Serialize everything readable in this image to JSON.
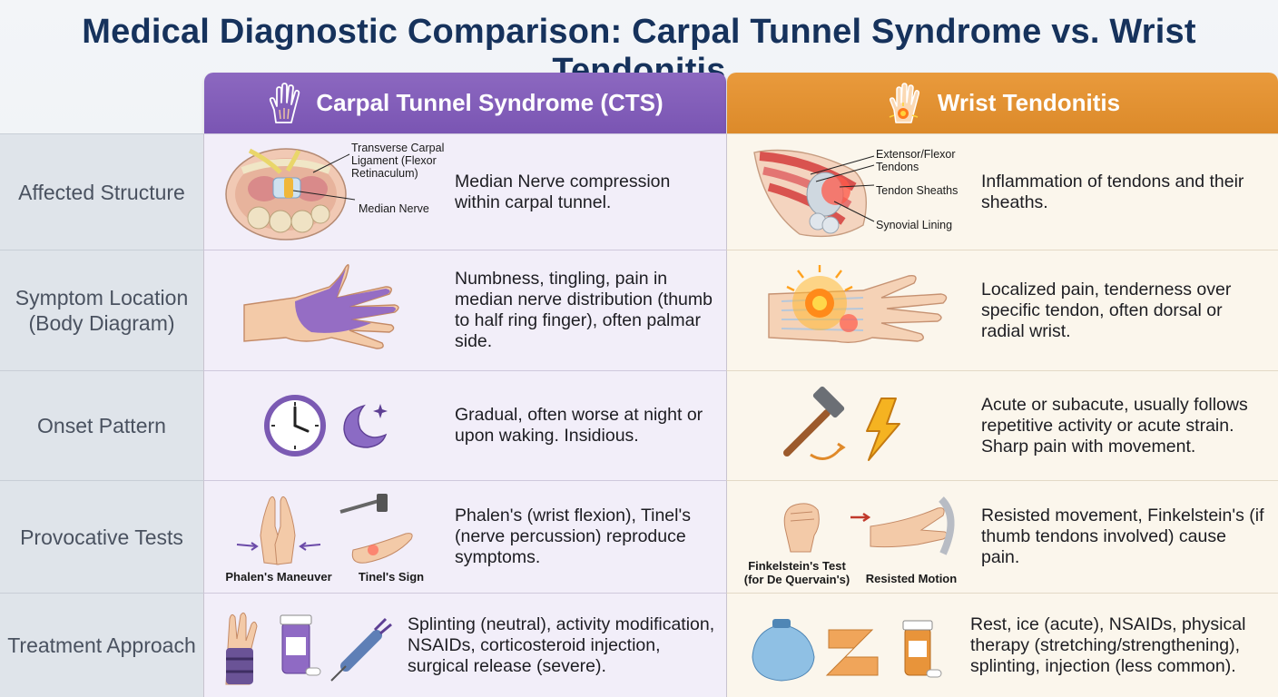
{
  "title": "Medical Diagnostic Comparison: Carpal Tunnel Syndrome vs. Wrist Tendonitis",
  "columns": {
    "cts": {
      "label": "Carpal Tunnel Syndrome (CTS)",
      "icon": "hand-outline-icon",
      "color": "#7a55b3"
    },
    "wt": {
      "label": "Wrist Tendonitis",
      "icon": "hand-pain-icon",
      "color": "#dc8a2a"
    }
  },
  "rows": {
    "structure": {
      "label": "Affected Structure",
      "cts": {
        "text": "Median Nerve compression within carpal tunnel.",
        "annotations": [
          "Transverse Carpal Ligament (Flexor Retinaculum)",
          "Median Nerve"
        ]
      },
      "wt": {
        "text": "Inflammation of tendons and their sheaths.",
        "annotations": [
          "Extensor/Flexor Tendons",
          "Tendon Sheaths",
          "Synovial Lining"
        ]
      }
    },
    "symptom": {
      "label": "Symptom Location (Body Diagram)",
      "cts": {
        "text": "Numbness, tingling, pain in median nerve distribution (thumb to half ring finger), often palmar side."
      },
      "wt": {
        "text": "Localized pain, tenderness over specific tendon, often dorsal or radial wrist."
      }
    },
    "onset": {
      "label": "Onset Pattern",
      "cts": {
        "text": "Gradual, often worse at night or upon waking. Insidious.",
        "icons": [
          "clock-icon",
          "moon-icon"
        ]
      },
      "wt": {
        "text": "Acute or subacute, usually follows repetitive activity or acute strain. Sharp pain with movement.",
        "icons": [
          "hammer-icon",
          "lightning-icon"
        ]
      }
    },
    "tests": {
      "label": "Provocative Tests",
      "cts": {
        "text": "Phalen's (wrist flexion), Tinel's (nerve percussion) reproduce symptoms.",
        "captions": [
          "Phalen's Maneuver",
          "Tinel's Sign"
        ]
      },
      "wt": {
        "text": "Resisted movement, Finkelstein's (if thumb tendons involved) cause pain.",
        "captions": [
          "Finkelstein's Test (for De Quervain's)",
          "Resisted Motion"
        ]
      }
    },
    "treatment": {
      "label": "Treatment Approach",
      "cts": {
        "text": "Splinting (neutral), activity modification, NSAIDs, corticosteroid injection, surgical release (severe).",
        "icons": [
          "wrist-splint-icon",
          "pill-bottle-icon",
          "syringe-icon"
        ]
      },
      "wt": {
        "text": "Rest, ice (acute), NSAIDs, physical therapy (stretching/strengthening), splinting, injection (less common).",
        "icons": [
          "ice-pack-icon",
          "bandage-icon",
          "pill-bottle-icon"
        ]
      }
    }
  },
  "colors": {
    "title": "#16325c",
    "cts_header": "#7a55b3",
    "wt_header": "#dc8a2a",
    "cts_cell": "#f2eef9",
    "wt_cell": "#fbf6ec",
    "row_label_bg": "#dfe4ea"
  }
}
